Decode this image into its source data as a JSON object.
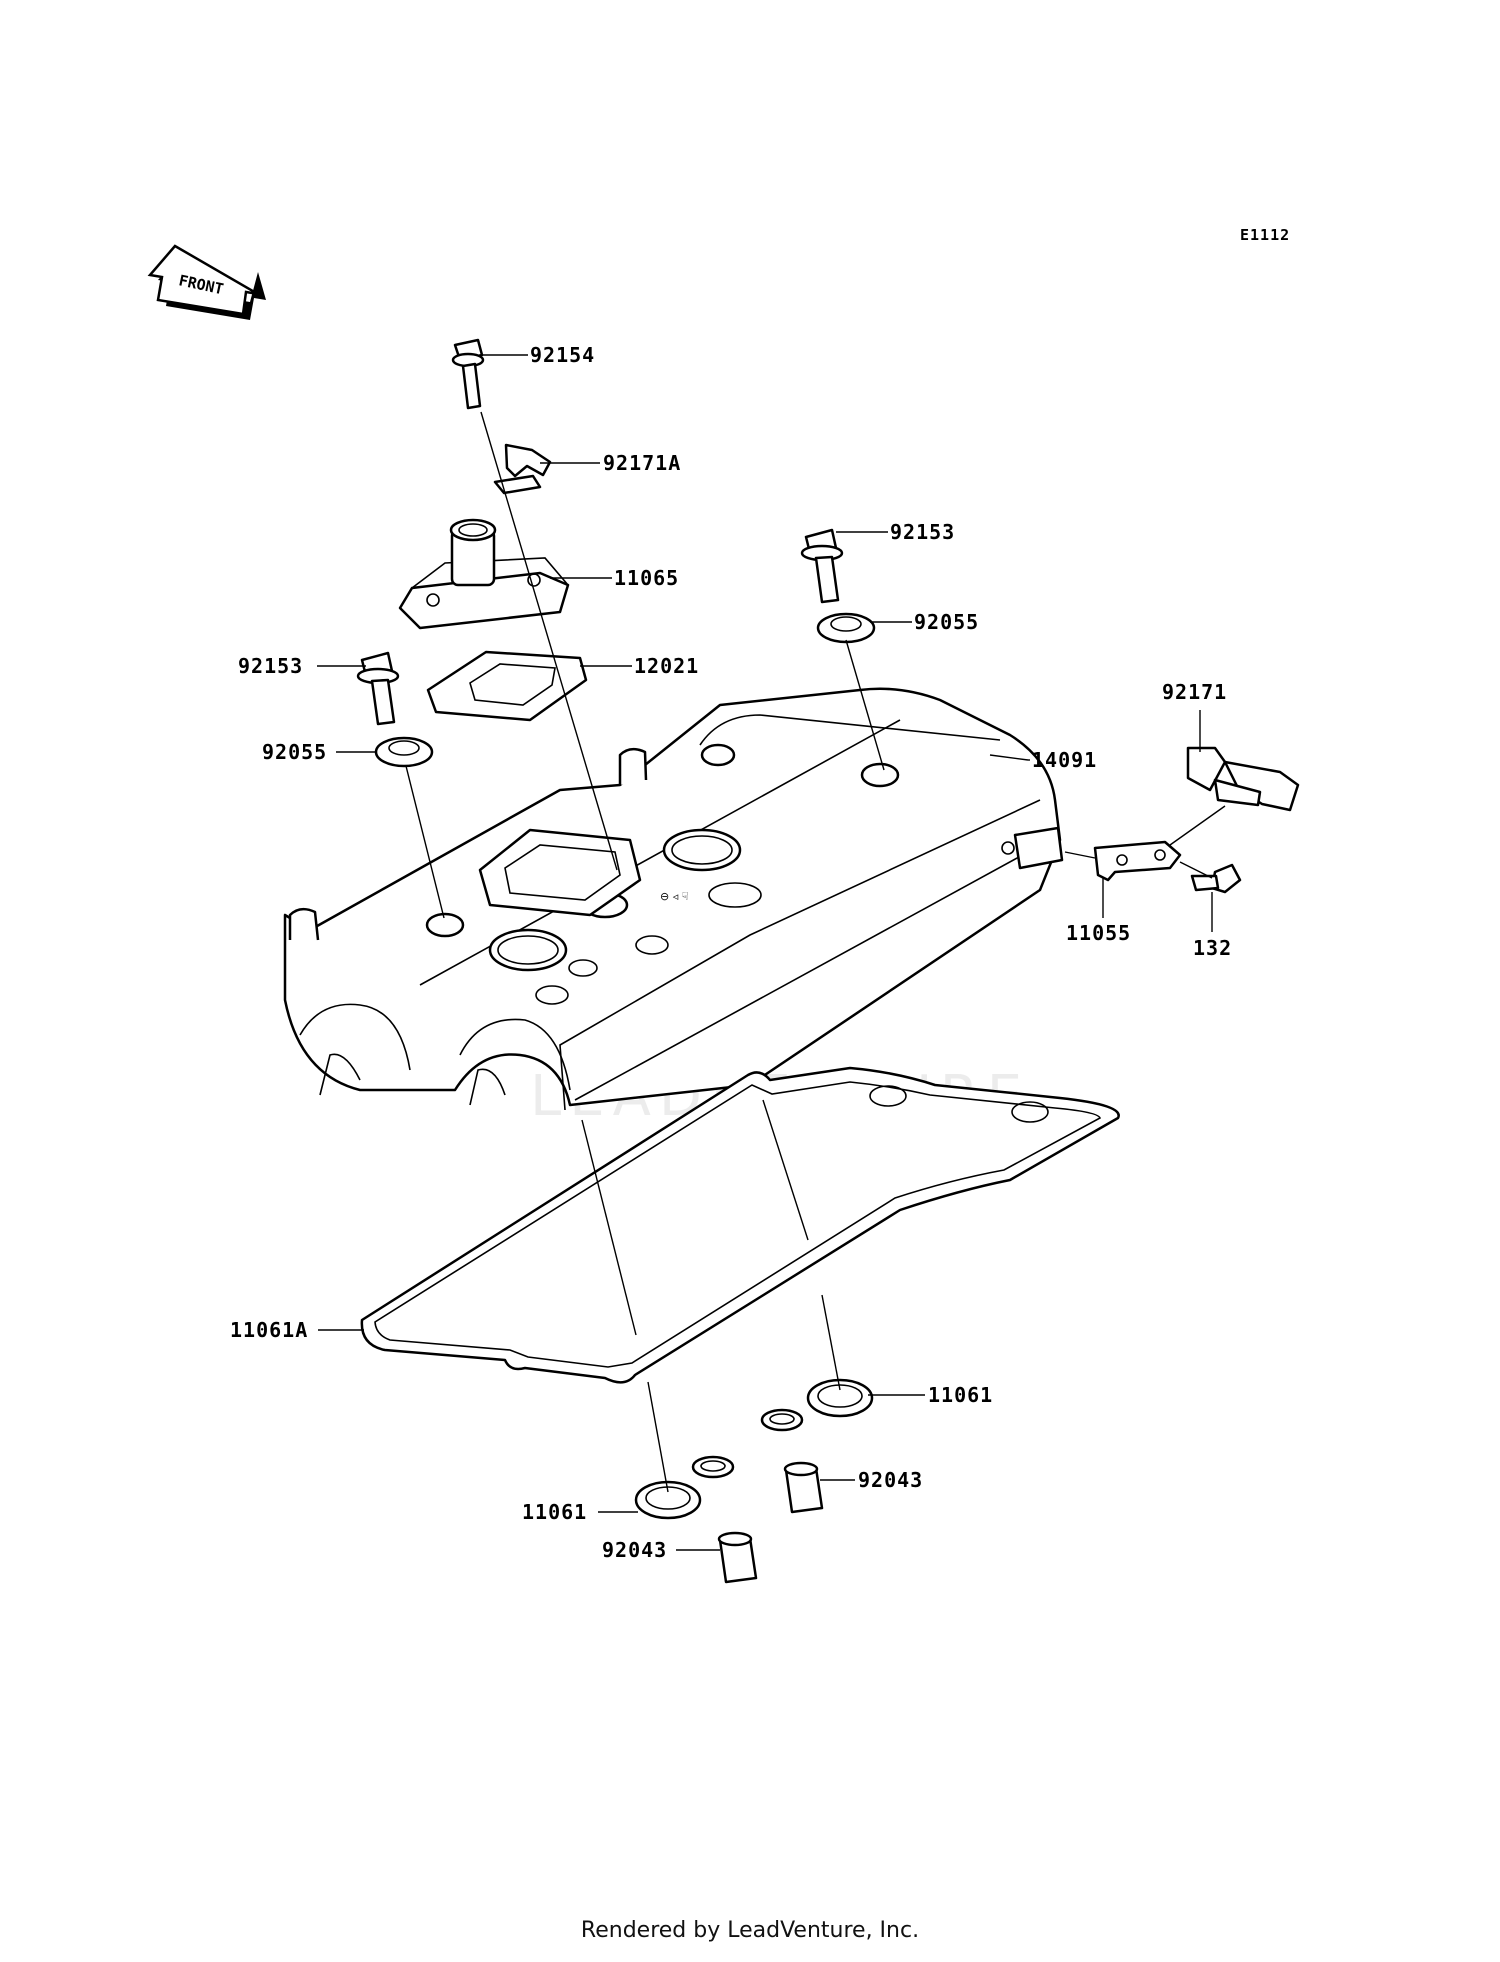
{
  "diagram": {
    "code": "E1112",
    "front_arrow": "FRONT",
    "watermark": "LEADVENTURE",
    "labels": {
      "p92154": "92154",
      "p92171A": "92171A",
      "p11065": "11065",
      "p92153_right": "92153",
      "p92055_right": "92055",
      "p92153_left": "92153",
      "p12021": "12021",
      "p92055_left": "92055",
      "p92171": "92171",
      "p14091": "14091",
      "p11055": "11055",
      "p132": "132",
      "p11061A": "11061A",
      "p11061_right": "11061",
      "p92043_right": "92043",
      "p11061_left": "11061",
      "p92043_left": "92043"
    }
  },
  "footer": "Rendered by LeadVenture, Inc."
}
